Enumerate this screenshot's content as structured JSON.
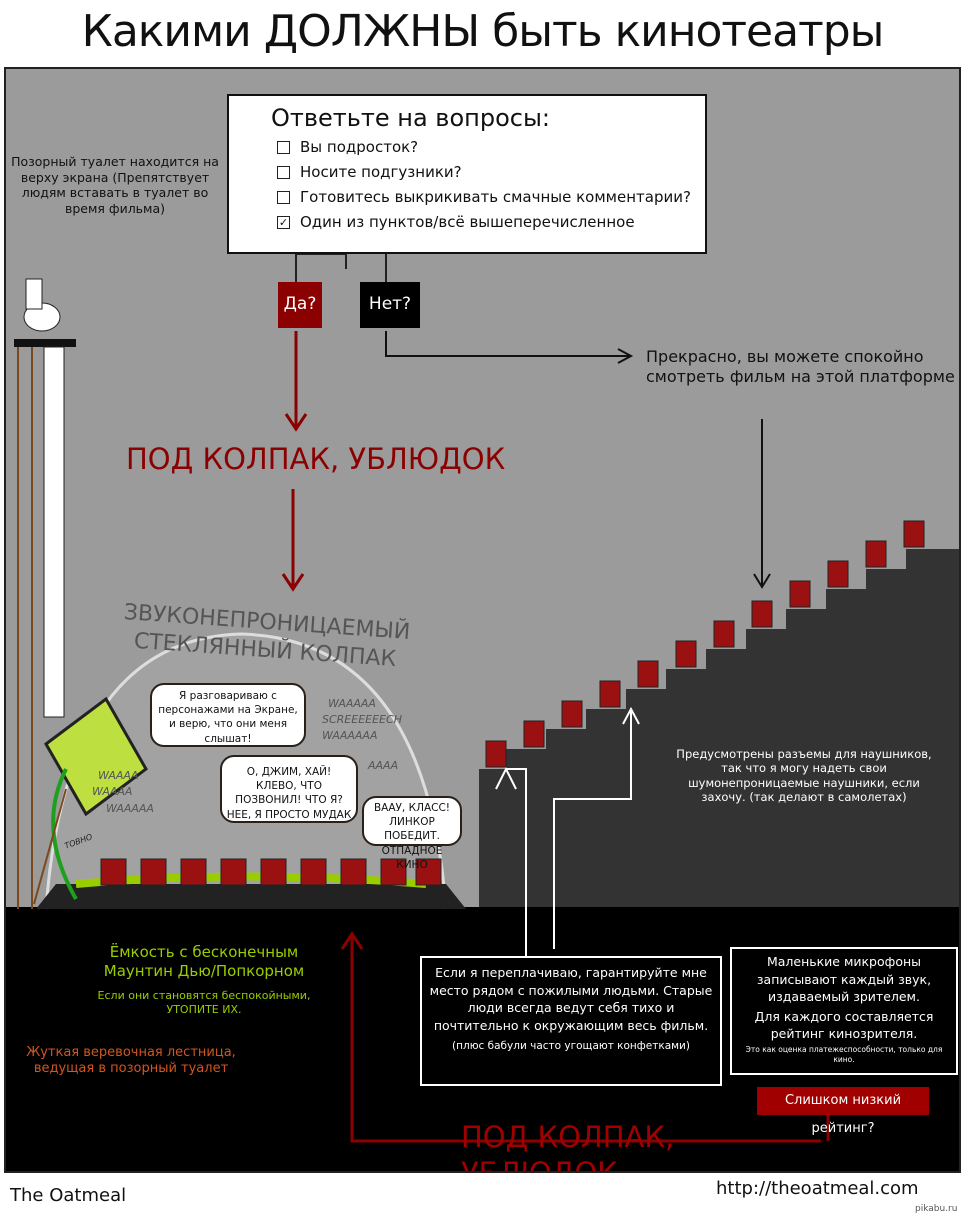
{
  "title": "Какими ДОЛЖНЫ быть кинотеатры",
  "questions": {
    "heading": "Ответьте на вопросы:",
    "items": [
      {
        "label": "Вы подросток?",
        "checked": false
      },
      {
        "label": "Носите подгузники?",
        "checked": false
      },
      {
        "label": "Готовитесь выкрикивать смачные комментарии?",
        "checked": false
      },
      {
        "label": "Один из пунктов/всё вышеперечисленное",
        "checked": true
      }
    ]
  },
  "yes_label": "Да?",
  "no_label": "Нет?",
  "no_result": "Прекрасно, вы можете спокойно смотреть фильм на этой платформе",
  "under_dome": "ПОД КОЛПАК, УБЛЮДОК",
  "under_dome_bottom": "ПОД КОЛПАК, УБЛЮДОК",
  "dome_label_1": "ЗВУКОНЕПРОНИЦАЕМЫЙ",
  "dome_label_2": "СТЕКЛЯННЫЙ КОЛПАК",
  "toilet_note": "Позорный туалет находится на верху экрана (Препятствует людям вставать в туалет во время фильма)",
  "bubbles": [
    "Я разговариваю с персонажами на Экране, и верю, что они меня слышат!",
    "О, ДЖИМ, ХАЙ! КЛЕВО, ЧТО ПОЗВОНИЛ! ЧТО Я? НЕЕ, Я ПРОСТО МУДАК",
    "ВААУ, КЛАСС! ЛИНКОР ПОБЕДИТ. ОТПАДНОЕ КИНО"
  ],
  "noises": [
    "WAAAAA",
    "SCREEEEEECH",
    "WAAAAAA",
    "AAAA",
    "WAAAA",
    "WAAAA",
    "WAAAAA"
  ],
  "poop_label": "ТОВНО",
  "headphones_note": "Предусмотрены разъемы для наушников, так что я могу надеть свои шумонепроницаемые наушники, если захочу. (так делают в самолетах)",
  "container_title": "Ёмкость с бесконечным Маунтин Дью/Попкорном",
  "container_sub": "Если они становятся беспокойными, УТОПИТЕ ИХ.",
  "ladder_note": "Жуткая веревочная лестница, ведущая в позорный туалет",
  "elderly_note": "Если я переплачиваю, гарантируйте мне место рядом с пожилыми людьми. Старые люди всегда ведут себя тихо и почтительно к окружающим весь фильм.",
  "elderly_sub": "(плюс бабули часто угощают конфетками)",
  "mic_note_1": "Маленькие микрофоны записывают каждый звук, издаваемый зрителем.",
  "mic_note_2": "Для каждого составляется рейтинг кинозрителя.",
  "mic_sub": "Это как оценка платежеспособности, только для кино.",
  "low_rating": "Слишком низкий рейтинг?",
  "footer_left": "The Oatmeal",
  "footer_right": "http://theoatmeal.com",
  "watermark": "pikabu.ru",
  "colors": {
    "panel": "#9b9b9b",
    "dark": "#333333",
    "red": "#8b0000",
    "green": "#9acd00",
    "orange": "#d2561e"
  }
}
